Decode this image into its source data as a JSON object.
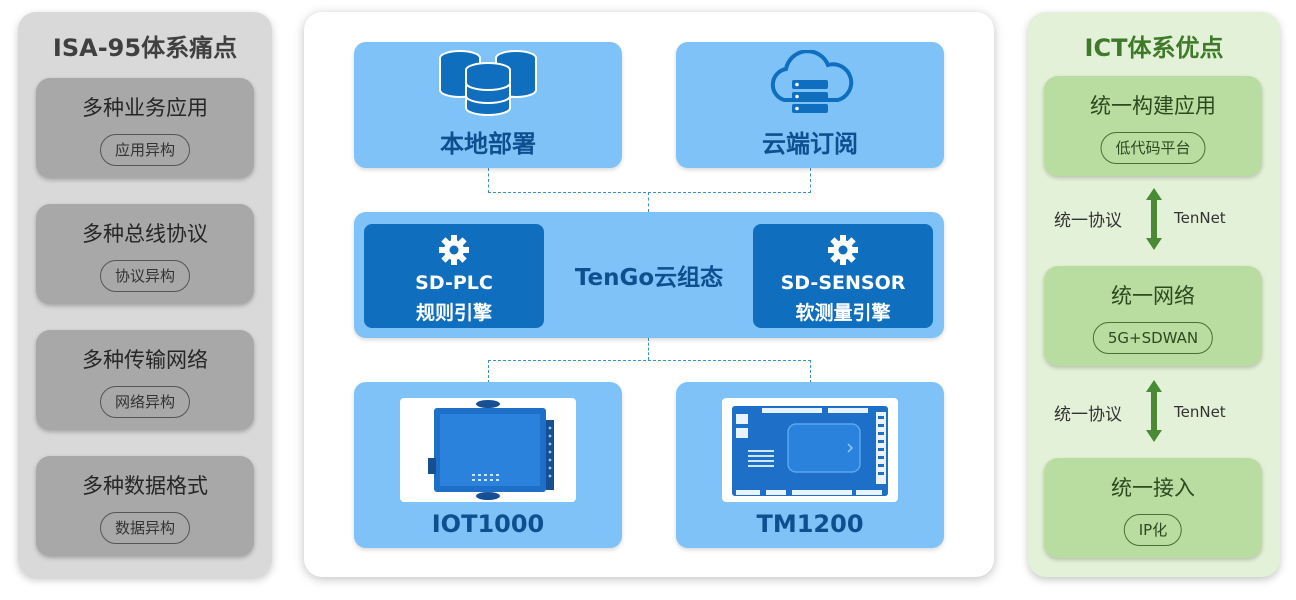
{
  "left_panel": {
    "title": "ISA-95体系痛点",
    "items": [
      {
        "label": "多种业务应用",
        "tag": "应用异构"
      },
      {
        "label": "多种总线协议",
        "tag": "协议异构"
      },
      {
        "label": "多种传输网络",
        "tag": "网络异构"
      },
      {
        "label": "多种数据格式",
        "tag": "数据异构"
      }
    ]
  },
  "center_panel": {
    "top": {
      "local": "本地部署",
      "cloud": "云端订阅"
    },
    "middle": {
      "title": "TenGo云组态",
      "plc": {
        "line1": "SD-PLC",
        "line2": "规则引擎"
      },
      "sensor": {
        "line1": "SD-SENSOR",
        "line2": "软测量引擎"
      }
    },
    "bottom": {
      "device1": "IOT1000",
      "device2": "TM1200"
    }
  },
  "right_panel": {
    "title": "ICT体系优点",
    "items": [
      {
        "label": "统一构建应用",
        "tag": "低代码平台"
      },
      {
        "label": "统一网络",
        "tag": "5G+SDWAN"
      },
      {
        "label": "统一接入",
        "tag": "IP化"
      }
    ],
    "connectors": [
      {
        "left": "统一协议",
        "right": "TenNet"
      },
      {
        "left": "统一协议",
        "right": "TenNet"
      }
    ]
  },
  "colors": {
    "card_blue": "#7ec2f7",
    "engine_blue": "#0f6fbe",
    "label_blue": "#0d4f8f",
    "green_card": "#b9dca0",
    "arrow_green": "#4a8a34",
    "gray_card": "#a8a8a8"
  }
}
